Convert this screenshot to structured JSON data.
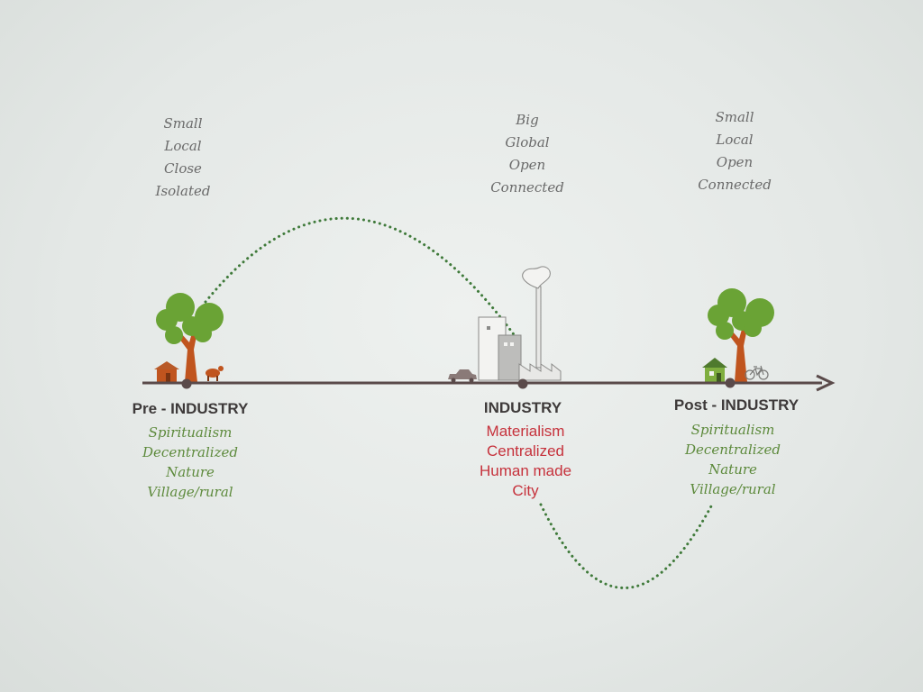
{
  "stages": [
    {
      "title": "Pre - INDUSTRY",
      "scale_traits": [
        "Small",
        "Local",
        "Close",
        "Isolated"
      ],
      "values": [
        "Spiritualism",
        "Decentralized",
        "Nature",
        "Village/rural"
      ]
    },
    {
      "title": "INDUSTRY",
      "scale_traits": [
        "Big",
        "Global",
        "Open",
        "Connected"
      ],
      "values": [
        "Materialism",
        "Centralized",
        "Human made",
        "City"
      ]
    },
    {
      "title": "Post - INDUSTRY",
      "scale_traits": [
        "Small",
        "Local",
        "Open",
        "Connected"
      ],
      "values": [
        "Spiritualism",
        "Decentralized",
        "Nature",
        "Village/rural"
      ]
    }
  ],
  "colors": {
    "timeline": "#5a4a4a",
    "dots": "#3f7a3a",
    "tree_leaves": "#6aa335",
    "tree_trunk": "#c0541e",
    "traditional_values": "#5d8a3c",
    "industrial_values": "#c6323c",
    "traits": "#6a6a6a"
  },
  "icons": [
    "tree-icon",
    "hut-icon",
    "goat-icon",
    "car-icon",
    "factory-icon",
    "house-icon",
    "bicycle-icon"
  ]
}
